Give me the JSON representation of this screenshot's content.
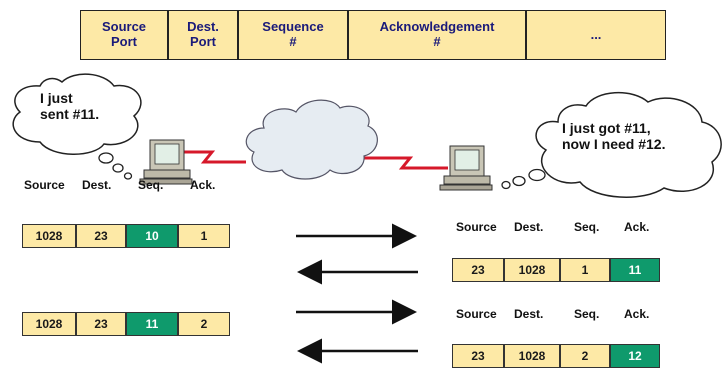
{
  "header": {
    "fields": [
      "Source\nPort",
      "Dest.\nPort",
      "Sequence\n#",
      "Acknowledgement\n#",
      "..."
    ]
  },
  "bubbles": {
    "left": "I just\nsent #11.",
    "right": "I just got #11,\nnow I need #12."
  },
  "left_labels": [
    "Source",
    "Dest.",
    "Seq.",
    "Ack."
  ],
  "right_labels": [
    "Source",
    "Dest.",
    "Seq.",
    "Ack."
  ],
  "segments": {
    "left1": [
      "1028",
      "23",
      "10",
      "1"
    ],
    "right1": [
      "23",
      "1028",
      "1",
      "11"
    ],
    "left2": [
      "1028",
      "23",
      "11",
      "2"
    ],
    "right2": [
      "23",
      "1028",
      "2",
      "12"
    ]
  },
  "colors": {
    "field_fill": "#fde9a6",
    "highlight": "#0f9a6c",
    "cable": "#d6182a",
    "cloud": "#e6ecf2"
  }
}
